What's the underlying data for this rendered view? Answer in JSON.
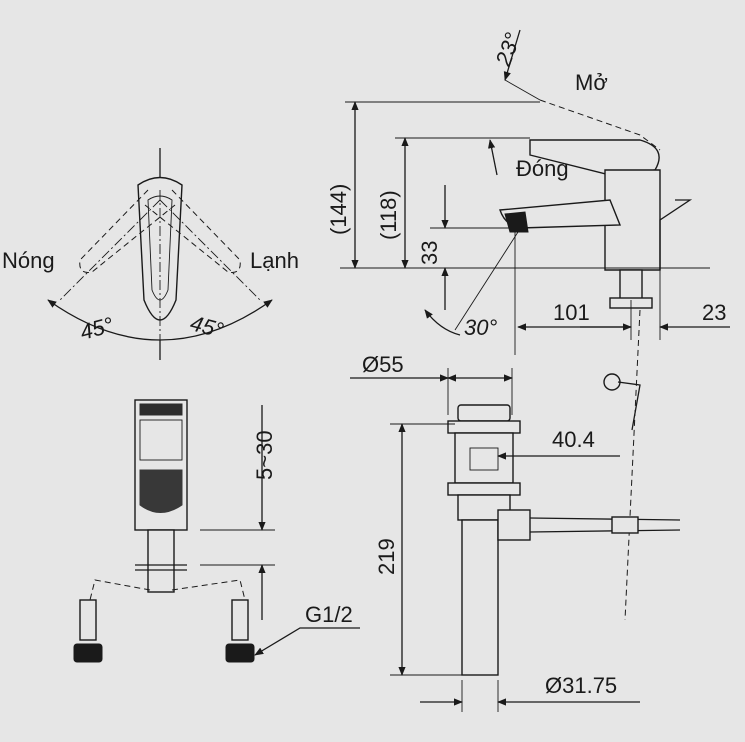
{
  "labels": {
    "hot": "Nóng",
    "cold": "Lạnh",
    "angle_left": "45°",
    "angle_right": "45°",
    "open": "Mở",
    "closed": "Đóng",
    "angle_tilt": "23°",
    "angle_spout": "30°",
    "dim_144": "(144)",
    "dim_118": "(118)",
    "dim_33": "33",
    "dim_101": "101",
    "dim_23": "23",
    "dim_55": "Ø55",
    "dim_404": "40.4",
    "dim_219": "219",
    "dim_530": "5~30",
    "dim_g12": "G1/2",
    "dim_3175": "Ø31.75"
  }
}
